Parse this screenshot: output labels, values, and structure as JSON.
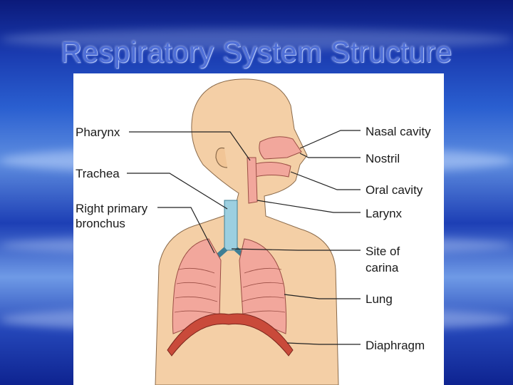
{
  "slide": {
    "title": "Respiratory System Structure"
  },
  "diagram": {
    "labels_left": [
      "Pharynx",
      "Trachea",
      "Right primary",
      "bronchus"
    ],
    "labels_right": [
      "Nasal cavity",
      "Nostril",
      "Oral cavity",
      "Larynx",
      "Site of",
      "carina",
      "Lung",
      "Diaphragm"
    ]
  },
  "colors": {
    "skin": "#f4cfa6",
    "lung": "#f2a79c",
    "trachea": "#9ccfe0",
    "diaphragm": "#c94a3a"
  }
}
